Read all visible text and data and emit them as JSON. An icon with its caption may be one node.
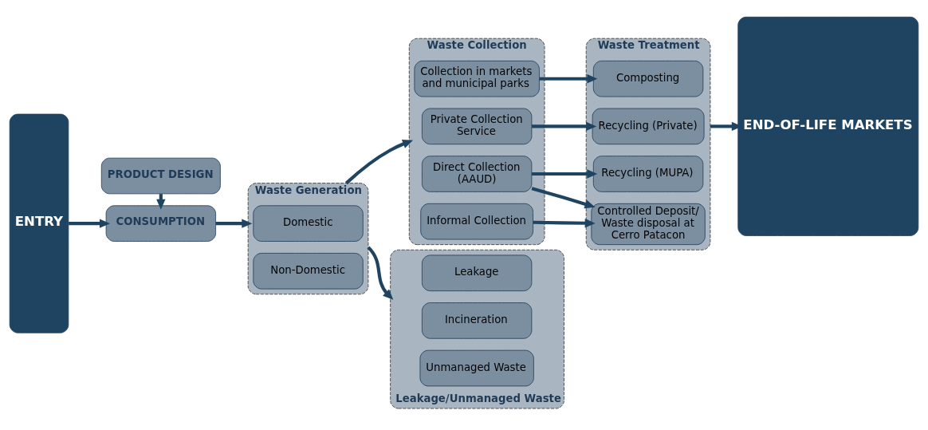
{
  "diagram": {
    "nodes": [
      {
        "text": [
          "ENTRY"
        ]
      },
      {
        "text": [
          "CONSUMPTION"
        ]
      },
      {
        "text": [
          "PRODUCT DESIGN"
        ]
      },
      {
        "text": [
          "Waste Generation"
        ]
      },
      {
        "text": [
          "Domestic"
        ],
        "in": 3
      },
      {
        "text": [
          "Non-Domestic"
        ],
        "in": 3
      },
      {
        "text": [
          "Waste Collection"
        ]
      },
      {
        "text": [
          "Collection in markets and municipal parks"
        ],
        "in": 6
      },
      {
        "text": [
          "Private Collection Service"
        ],
        "in": 6
      },
      {
        "text": [
          "Direct Collection (AAUD)"
        ],
        "in": 6
      },
      {
        "text": [
          "Informal Collection"
        ],
        "in": 6
      },
      {
        "text": [
          "Waste Treatment"
        ]
      },
      {
        "text": [
          "Composting"
        ],
        "in": 11
      },
      {
        "text": [
          "Recycling (Private)"
        ],
        "in": 11
      },
      {
        "text": [
          "Recycling (MUPA)"
        ],
        "in": 11
      },
      {
        "text": [
          "Controlled Deposit/ Waste disposal at Cerro Patacon"
        ],
        "in": 11
      },
      {
        "text": [
          "Leakage/Unmanaged Waste"
        ]
      },
      {
        "text": [
          "Leakage"
        ],
        "in": 16
      },
      {
        "text": [
          "Incineration"
        ],
        "in": 16
      },
      {
        "text": [
          "Unmanaged Waste"
        ],
        "in": 16
      },
      {
        "text": [
          "END-OF-LIFE MARKETS"
        ]
      }
    ],
    "edges": [
      {
        "from": 0,
        "to": 1,
        "arrow": "to"
      },
      {
        "from": 2,
        "to": 1,
        "arrow": "to"
      },
      {
        "from": 1,
        "to": 3,
        "arrow": "to"
      },
      {
        "from": 3,
        "to": 6,
        "arrow": "to"
      },
      {
        "from": 3,
        "to": 16,
        "arrow": "to"
      },
      {
        "from": 7,
        "to": 12,
        "arrow": "to"
      },
      {
        "from": 8,
        "to": 13,
        "arrow": "to"
      },
      {
        "from": 9,
        "to": 14,
        "arrow": "to"
      },
      {
        "from": 9,
        "to": 15,
        "arrow": "to"
      },
      {
        "from": 10,
        "to": 15,
        "arrow": "to"
      },
      {
        "from": 11,
        "to": 20,
        "arrow": "to"
      }
    ]
  }
}
